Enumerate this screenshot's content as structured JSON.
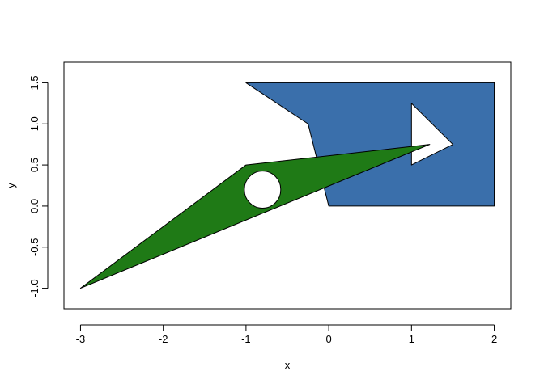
{
  "chart_data": {
    "type": "scatter",
    "title": "",
    "xlabel": "x",
    "ylabel": "y",
    "xlim": [
      -3.2,
      2.2
    ],
    "ylim": [
      -1.25,
      1.75
    ],
    "xticks": [
      -3,
      -2,
      -1,
      0,
      1,
      2
    ],
    "yticks": [
      -1.0,
      -0.5,
      0.0,
      0.5,
      1.0,
      1.5
    ],
    "xtick_labels": [
      "-3",
      "-2",
      "-1",
      "0",
      "1",
      "2"
    ],
    "ytick_labels": [
      "-1.0",
      "-0.5",
      "0.0",
      "0.5",
      "1.0",
      "1.5"
    ],
    "grid": false,
    "polygons": [
      {
        "id": "blue-polygon",
        "fill": "#3a6fab",
        "points": [
          [
            -1.0,
            1.5
          ],
          [
            2.0,
            1.5
          ],
          [
            2.0,
            0.0
          ],
          [
            0.0,
            0.0
          ],
          [
            -0.15,
            0.6
          ],
          [
            -0.25,
            1.0
          ]
        ],
        "holes": [
          [
            [
              1.0,
              1.25
            ],
            [
              1.5,
              0.75
            ],
            [
              1.0,
              0.5
            ]
          ]
        ]
      },
      {
        "id": "green-polygon",
        "fill": "#1f7a16",
        "points": [
          [
            -3.0,
            -1.0
          ],
          [
            -1.0,
            0.5
          ],
          [
            1.22,
            0.75
          ]
        ],
        "holes": [
          {
            "circle": {
              "cx": -0.8,
              "cy": 0.2,
              "r": 0.22
            }
          }
        ]
      }
    ]
  }
}
